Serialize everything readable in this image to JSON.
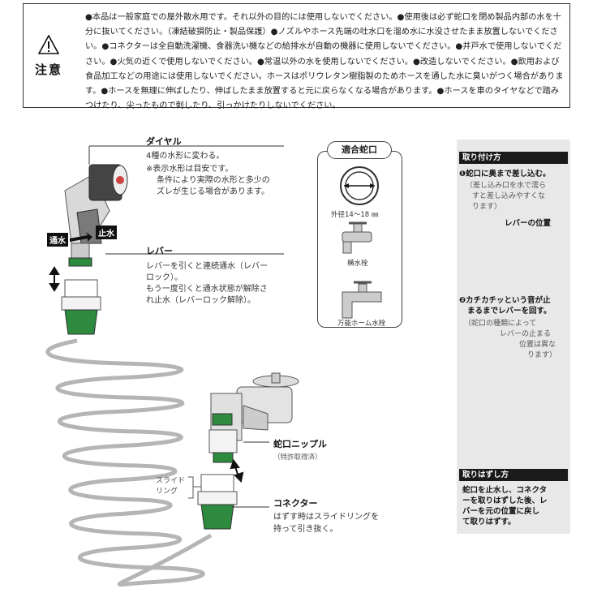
{
  "caution": {
    "label": "注意",
    "text": "●本品は一般家庭での屋外散水用です。それ以外の目的には使用しないでください。●使用後は必ず蛇口を閉め製品内部の水を十分に抜いてください。（凍結破損防止・製品保護）●ノズルやホース先端の吐水口を溜め水に水没させたまま放置しないでください。●コネクターは全自動洗濯機、食器洗い機などの給排水が自動の機器に使用しないでください。●井戸水で使用しないでください。●火気の近くで使用しないでください。●常温以外の水を使用しないでください。●改造しないでください。●飲用および食品加工などの用途には使用しないでください。ホースはポリウレタン樹脂製のためホースを通した水に臭いがつく場合があります。●ホースを無理に伸ばしたり、伸ばしたまま放置すると元に戻らなくなる場合があります。●ホースを車のタイヤなどで踏みつけたり、尖ったもので刺したり、引っかけたりしないでください。"
  },
  "dial": {
    "heading": "ダイヤル",
    "line1": "4種の水形に変わる。",
    "line2": "※表示水形は目安です。",
    "line3": "条件により実際の水形と多少の",
    "line4": "ズレが生じる場合があります。"
  },
  "lever": {
    "heading": "レバー",
    "line1": "レバーを引くと連続通水（レバー",
    "line2": "ロック）。",
    "line3": "もう一度引くと通水状態が解除さ",
    "line4": "れ止水（レバーロック解除）。"
  },
  "flow_labels": {
    "flow": "通水",
    "stop": "止水"
  },
  "faucet": {
    "title": "適合蛇口",
    "diameter": "外径14～18 ㎜",
    "type1": "横水栓",
    "type2": "万能ホーム水栓"
  },
  "install": {
    "heading": "取り付け方",
    "step1_a": "❶蛇口に奥まで差し込む。",
    "step1_n1": "（差し込み口を水で濡ら",
    "step1_n2": "すと差し込みやすくな",
    "step1_n3": "ります）",
    "lever_pos": "レバーの位置",
    "step2_a": "❷カチカチッという音が止",
    "step2_b": "まるまでレバーを回す。",
    "step2_n1": "（蛇口の種類によって",
    "step2_n2": "レバーの止まる",
    "step2_n3": "位置は異な",
    "step2_n4": "ります）"
  },
  "remove": {
    "heading": "取りはずし方",
    "l1": "蛇口を止水し、コネクタ",
    "l2": "ーを取りはずした後、レ",
    "l3": "バーを元の位置に戻し",
    "l4": "て取りはずす。"
  },
  "nipple": {
    "heading": "蛇口ニップル",
    "sub": "（特許取得済）"
  },
  "slide": {
    "l1": "スライド",
    "l2": "リング"
  },
  "connector": {
    "heading": "コネクター",
    "l1": "はずす時はスライドリングを",
    "l2": "持って引き抜く。"
  }
}
